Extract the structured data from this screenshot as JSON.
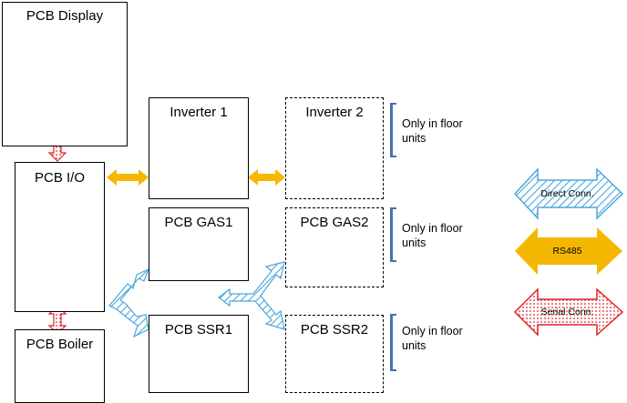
{
  "boards": {
    "display": {
      "title": "PCB Display"
    },
    "io": {
      "title": "PCB I/O"
    },
    "boiler": {
      "title": "PCB Boiler"
    },
    "inverter1": {
      "title": "Inverter 1"
    },
    "inverter2": {
      "title": "Inverter 2"
    },
    "gas1": {
      "title": "PCB GAS1"
    },
    "gas2": {
      "title": "PCB GAS2"
    },
    "ssr1": {
      "title": "PCB SSR1"
    },
    "ssr2": {
      "title": "PCB SSR2"
    }
  },
  "notes": {
    "inverter2": {
      "line1": "Only in floor",
      "line2": "units"
    },
    "gas2": {
      "line1": "Only in floor",
      "line2": "units"
    },
    "ssr2": {
      "line1": "Only in floor",
      "line2": "units"
    }
  },
  "legend": {
    "direct": "Direct Conn.",
    "rs485": "RS485",
    "serial": "Serial Conn."
  },
  "colors": {
    "direct": "#4aa8dc",
    "rs485": "#f5b800",
    "serial": "#e0222a",
    "note_bar": "#4a6fb3",
    "pcb_green": "#2f7a4a"
  }
}
